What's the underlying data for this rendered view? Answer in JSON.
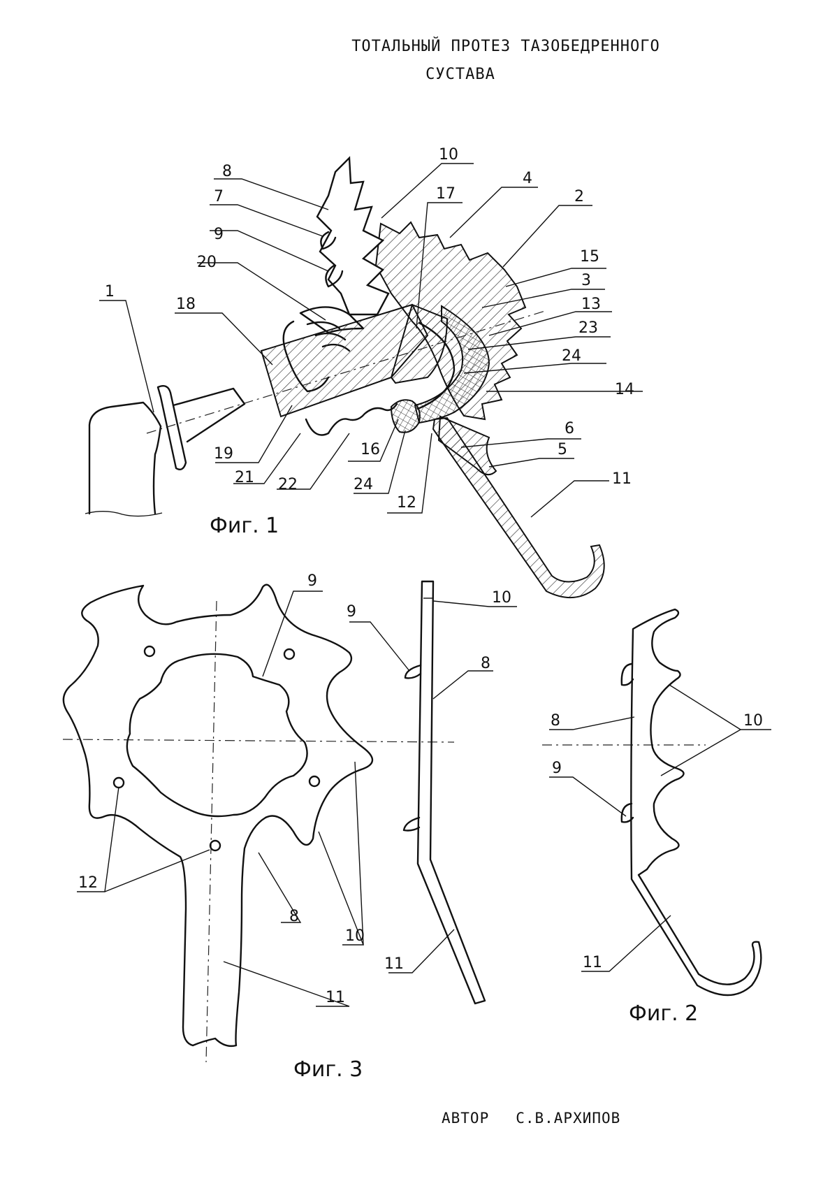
{
  "title": {
    "line1": "ТОТАЛЬНЫЙ ПРОТЕЗ ТАЗОБЕДРЕННОГО",
    "line2": "СУСТАВА"
  },
  "figures": {
    "fig1": {
      "caption": "Фиг. 1",
      "labels": [
        "1",
        "2",
        "3",
        "4",
        "5",
        "6",
        "7",
        "8",
        "9",
        "10",
        "11",
        "12",
        "13",
        "14",
        "15",
        "16",
        "17",
        "18",
        "19",
        "20",
        "21",
        "22",
        "23",
        "24",
        "24"
      ]
    },
    "fig2": {
      "caption": "Фиг. 2",
      "labels": [
        "8",
        "9",
        "10",
        "11"
      ]
    },
    "fig3": {
      "caption": "Фиг. 3",
      "labels": [
        "8",
        "9",
        "10",
        "11",
        "12"
      ]
    },
    "fig_side": {
      "labels": [
        "8",
        "9",
        "10",
        "11"
      ]
    }
  },
  "author": {
    "label": "АВТОР",
    "name": "С.В.АРХИПОВ"
  }
}
